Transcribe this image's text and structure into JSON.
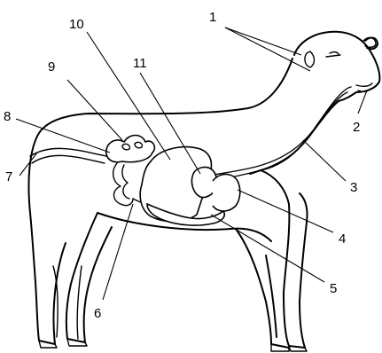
{
  "labels": [
    {
      "id": "1",
      "text": "1"
    },
    {
      "id": "2",
      "text": "2"
    },
    {
      "id": "3",
      "text": "3"
    },
    {
      "id": "4",
      "text": "4"
    },
    {
      "id": "5",
      "text": "5"
    },
    {
      "id": "6",
      "text": "6"
    },
    {
      "id": "7",
      "text": "7"
    },
    {
      "id": "8",
      "text": "8"
    },
    {
      "id": "9",
      "text": "9"
    },
    {
      "id": "10",
      "text": "10"
    },
    {
      "id": "11",
      "text": "11"
    }
  ],
  "colors": {
    "line": "#000000",
    "background": "#ffffff"
  }
}
